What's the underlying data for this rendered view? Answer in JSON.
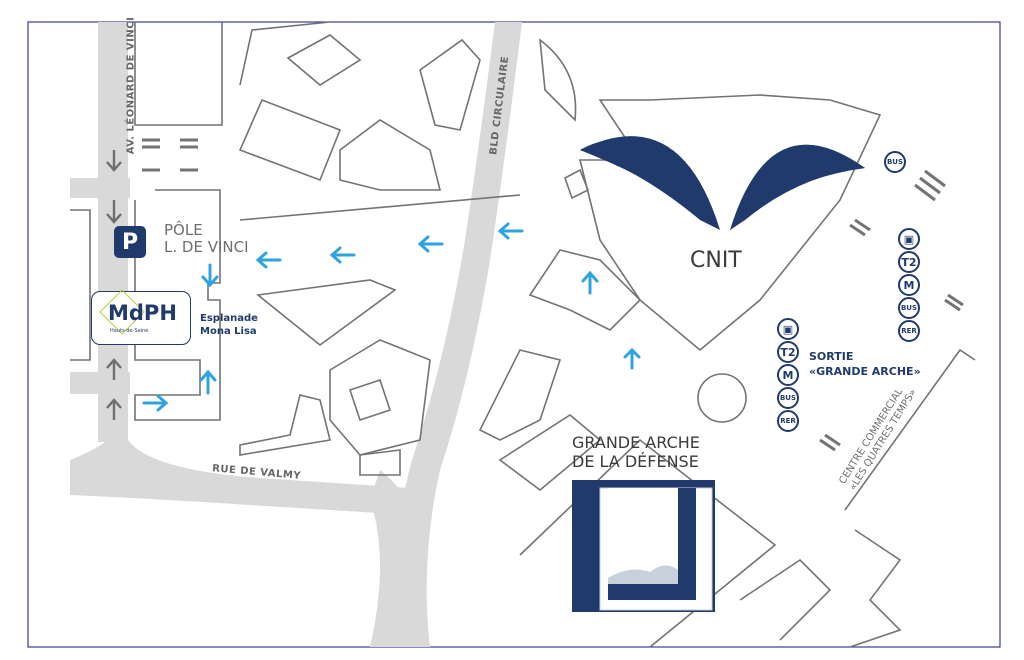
{
  "colors": {
    "navy": "#1f3a6b",
    "arrow": "#2ea3e0",
    "road": "#d9d9d9",
    "line": "#737373",
    "frame": "#3a3a9a"
  },
  "streets": {
    "leonard": "AV. LÉONARD DE VINCI",
    "circulaire": "BLD CIRCULAIRE",
    "valmy": "RUE DE VALMY"
  },
  "pole": {
    "parking": "P",
    "line1": "PÔLE",
    "line2": "L. DE VINCI"
  },
  "mdph": {
    "logo": "MdPH",
    "sub": "Hauts-de-Seine"
  },
  "esplanade": {
    "line1": "Esplanade",
    "line2": "Mona Lisa"
  },
  "cnit": "CNIT",
  "arche": {
    "line1": "GRANDE ARCHE",
    "line2": "DE LA DÉFENSE"
  },
  "sortie": {
    "line1": "SORTIE",
    "line2": "«GRANDE ARCHE»"
  },
  "centre": {
    "line1": "CENTRE COMMERCIAL",
    "line2": "«LES QUATRES TEMPS»"
  },
  "transit": {
    "train": "train-icon",
    "t2": "T2",
    "metro": "M",
    "bus": "BUS",
    "rer": "RER"
  }
}
